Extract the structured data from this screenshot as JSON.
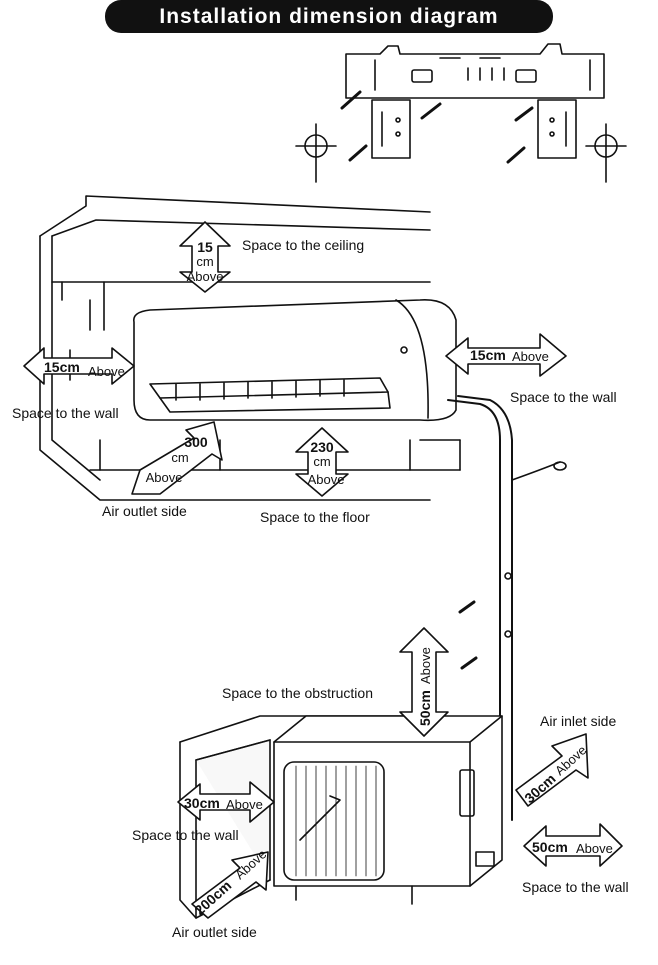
{
  "title": "Installation dimension diagram",
  "indoor": {
    "ceiling": {
      "value": "15",
      "unit": "cm",
      "qualifier": "Above",
      "label": "Space to the ceiling"
    },
    "left_wall": {
      "value": "15cm",
      "qualifier": "Above",
      "label": "Space to the wall"
    },
    "right_wall": {
      "value": "15cm",
      "qualifier": "Above",
      "label": "Space to the wall"
    },
    "outlet": {
      "value": "300",
      "unit": "cm",
      "qualifier": "Above",
      "label": "Air outlet side"
    },
    "floor": {
      "value": "230",
      "unit": "cm",
      "qualifier": "Above",
      "label": "Space to the floor"
    }
  },
  "outdoor": {
    "obstruction": {
      "value": "50cm",
      "qualifier": "Above",
      "label": "Space to the obstruction"
    },
    "inlet": {
      "value": "30cm",
      "qualifier": "Above",
      "label": "Air inlet side"
    },
    "left_wall": {
      "value": "30cm",
      "qualifier": "Above",
      "label": "Space to the wall"
    },
    "outlet": {
      "value": "200cm",
      "qualifier": "Above",
      "label": "Air outlet side"
    },
    "right_wall": {
      "value": "50cm",
      "qualifier": "Above",
      "label": "Space to the wall"
    }
  }
}
